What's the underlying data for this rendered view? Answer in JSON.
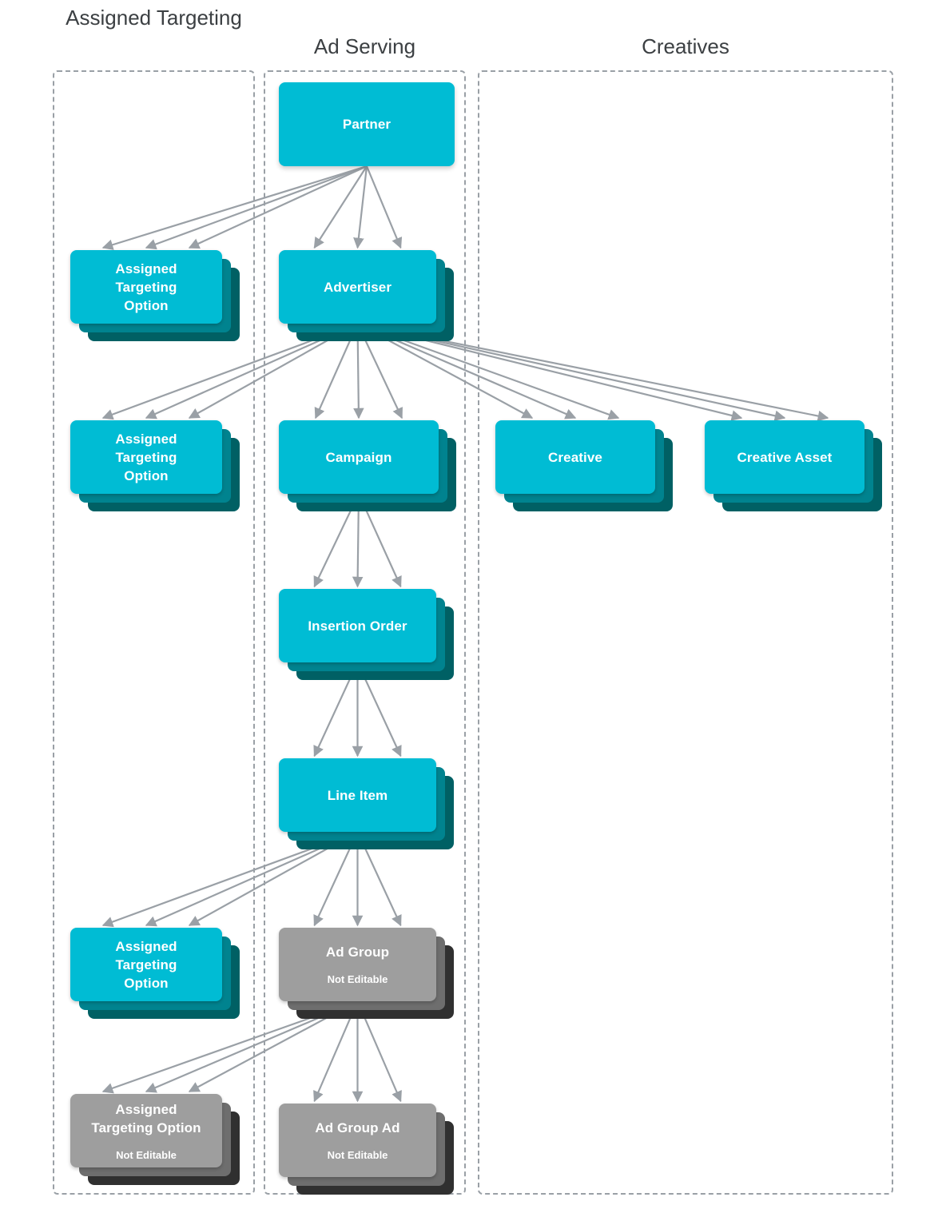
{
  "diagram": {
    "type": "hierarchy-entity-relationship",
    "title": "",
    "background_color": "#ffffff",
    "colors": {
      "editable_front": "#00bcd4",
      "editable_mid": "#00838f",
      "editable_back": "#006064",
      "not_editable_front": "#9e9e9e",
      "not_editable_mid": "#6e6e6e",
      "not_editable_back": "#303030",
      "arrow": "#9aa0a6",
      "column_border": "#9aa0a6",
      "header_text": "#3c4043",
      "node_text": "#ffffff"
    }
  },
  "columns": [
    {
      "id": "assigned-targeting",
      "label": "Assigned\nTargeting"
    },
    {
      "id": "ad-serving",
      "label": "Ad Serving"
    },
    {
      "id": "creatives",
      "label": "Creatives"
    }
  ],
  "nodes": [
    {
      "id": "partner",
      "label": "Partner",
      "sub": "",
      "column": "ad-serving",
      "editable": true,
      "stacked": false
    },
    {
      "id": "ato-1",
      "label": "Assigned\nTargeting\nOption",
      "sub": "",
      "column": "assigned-targeting",
      "editable": true,
      "stacked": true
    },
    {
      "id": "advertiser",
      "label": "Advertiser",
      "sub": "",
      "column": "ad-serving",
      "editable": true,
      "stacked": true
    },
    {
      "id": "ato-2",
      "label": "Assigned\nTargeting\nOption",
      "sub": "",
      "column": "assigned-targeting",
      "editable": true,
      "stacked": true
    },
    {
      "id": "campaign",
      "label": "Campaign",
      "sub": "",
      "column": "ad-serving",
      "editable": true,
      "stacked": true
    },
    {
      "id": "creative",
      "label": "Creative",
      "sub": "",
      "column": "creatives",
      "editable": true,
      "stacked": true
    },
    {
      "id": "creative-asset",
      "label": "Creative Asset",
      "sub": "",
      "column": "creatives",
      "editable": true,
      "stacked": true
    },
    {
      "id": "insertion-order",
      "label": "Insertion Order",
      "sub": "",
      "column": "ad-serving",
      "editable": true,
      "stacked": true
    },
    {
      "id": "line-item",
      "label": "Line Item",
      "sub": "",
      "column": "ad-serving",
      "editable": true,
      "stacked": true
    },
    {
      "id": "ato-3",
      "label": "Assigned\nTargeting\nOption",
      "sub": "",
      "column": "assigned-targeting",
      "editable": true,
      "stacked": true
    },
    {
      "id": "ad-group",
      "label": "Ad Group",
      "sub": "Not Editable",
      "column": "ad-serving",
      "editable": false,
      "stacked": true
    },
    {
      "id": "ato-4",
      "label": "Assigned\nTargeting Option",
      "sub": "Not Editable",
      "column": "assigned-targeting",
      "editable": false,
      "stacked": true
    },
    {
      "id": "ad-group-ad",
      "label": "Ad Group Ad",
      "sub": "Not Editable",
      "column": "ad-serving",
      "editable": false,
      "stacked": true
    }
  ],
  "edges": [
    {
      "from": "partner",
      "to": "ato-1",
      "multiplicity": 3
    },
    {
      "from": "partner",
      "to": "advertiser",
      "multiplicity": 3
    },
    {
      "from": "advertiser",
      "to": "ato-2",
      "multiplicity": 3
    },
    {
      "from": "advertiser",
      "to": "campaign",
      "multiplicity": 3
    },
    {
      "from": "advertiser",
      "to": "creative",
      "multiplicity": 3
    },
    {
      "from": "advertiser",
      "to": "creative-asset",
      "multiplicity": 3
    },
    {
      "from": "campaign",
      "to": "insertion-order",
      "multiplicity": 3
    },
    {
      "from": "insertion-order",
      "to": "line-item",
      "multiplicity": 3
    },
    {
      "from": "line-item",
      "to": "ato-3",
      "multiplicity": 3
    },
    {
      "from": "line-item",
      "to": "ad-group",
      "multiplicity": 3
    },
    {
      "from": "ad-group",
      "to": "ato-4",
      "multiplicity": 3
    },
    {
      "from": "ad-group",
      "to": "ad-group-ad",
      "multiplicity": 3
    }
  ]
}
